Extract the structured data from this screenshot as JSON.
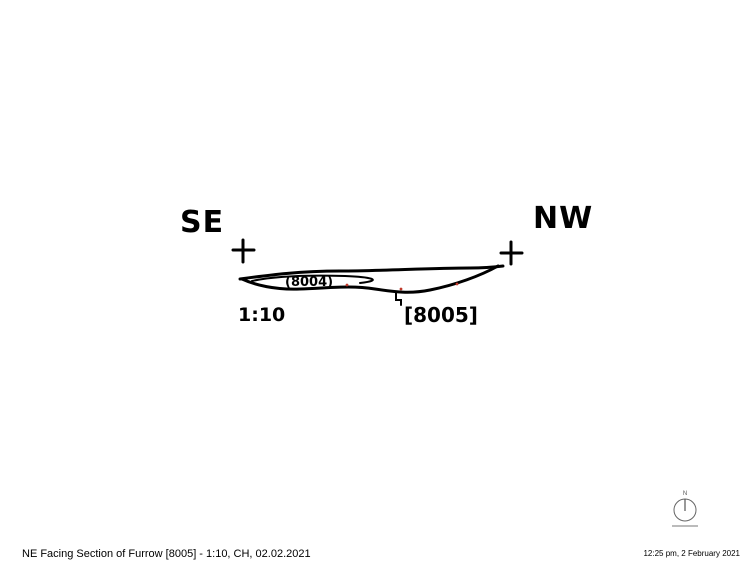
{
  "drawing": {
    "label_se": "SE",
    "label_nw": "NW",
    "label_fill": "(8004)",
    "label_cut": "[8005]",
    "label_scale": "1:10",
    "ink_color": "#000000",
    "accent_color": "#c0392b"
  },
  "footer": {
    "title": "NE Facing Section of Furrow [8005] - 1:10, CH, 02.02.2021",
    "timestamp": "12:25 pm, 2 February 2021"
  },
  "compass": {
    "north_label": "N",
    "icon": "north-arrow-icon"
  }
}
